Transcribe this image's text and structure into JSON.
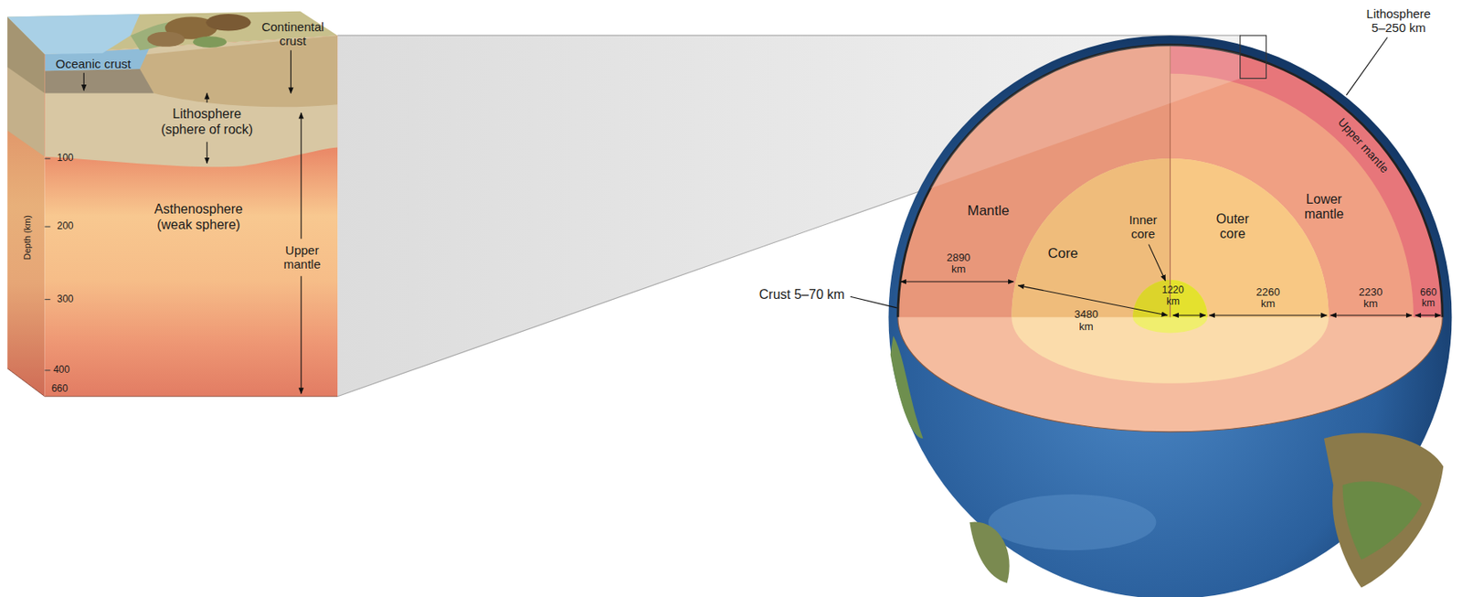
{
  "diagram": {
    "labels": [
      "Oceanic crust",
      "Continental crust",
      "Lithosphere (sphere of rock)",
      "Asthenosphere (weak sphere)",
      "Upper mantle",
      "Depth (km)",
      "100",
      "200",
      "300",
      "400",
      "660",
      "Lithosphere 5–250 km",
      "Upper mantle",
      "Mantle",
      "Core",
      "Inner core",
      "Outer core",
      "Lower mantle",
      "2890 km",
      "3480 km",
      "1220 km",
      "2260 km",
      "2230 km",
      "660 km",
      "Crust 5–70 km"
    ]
  }
}
